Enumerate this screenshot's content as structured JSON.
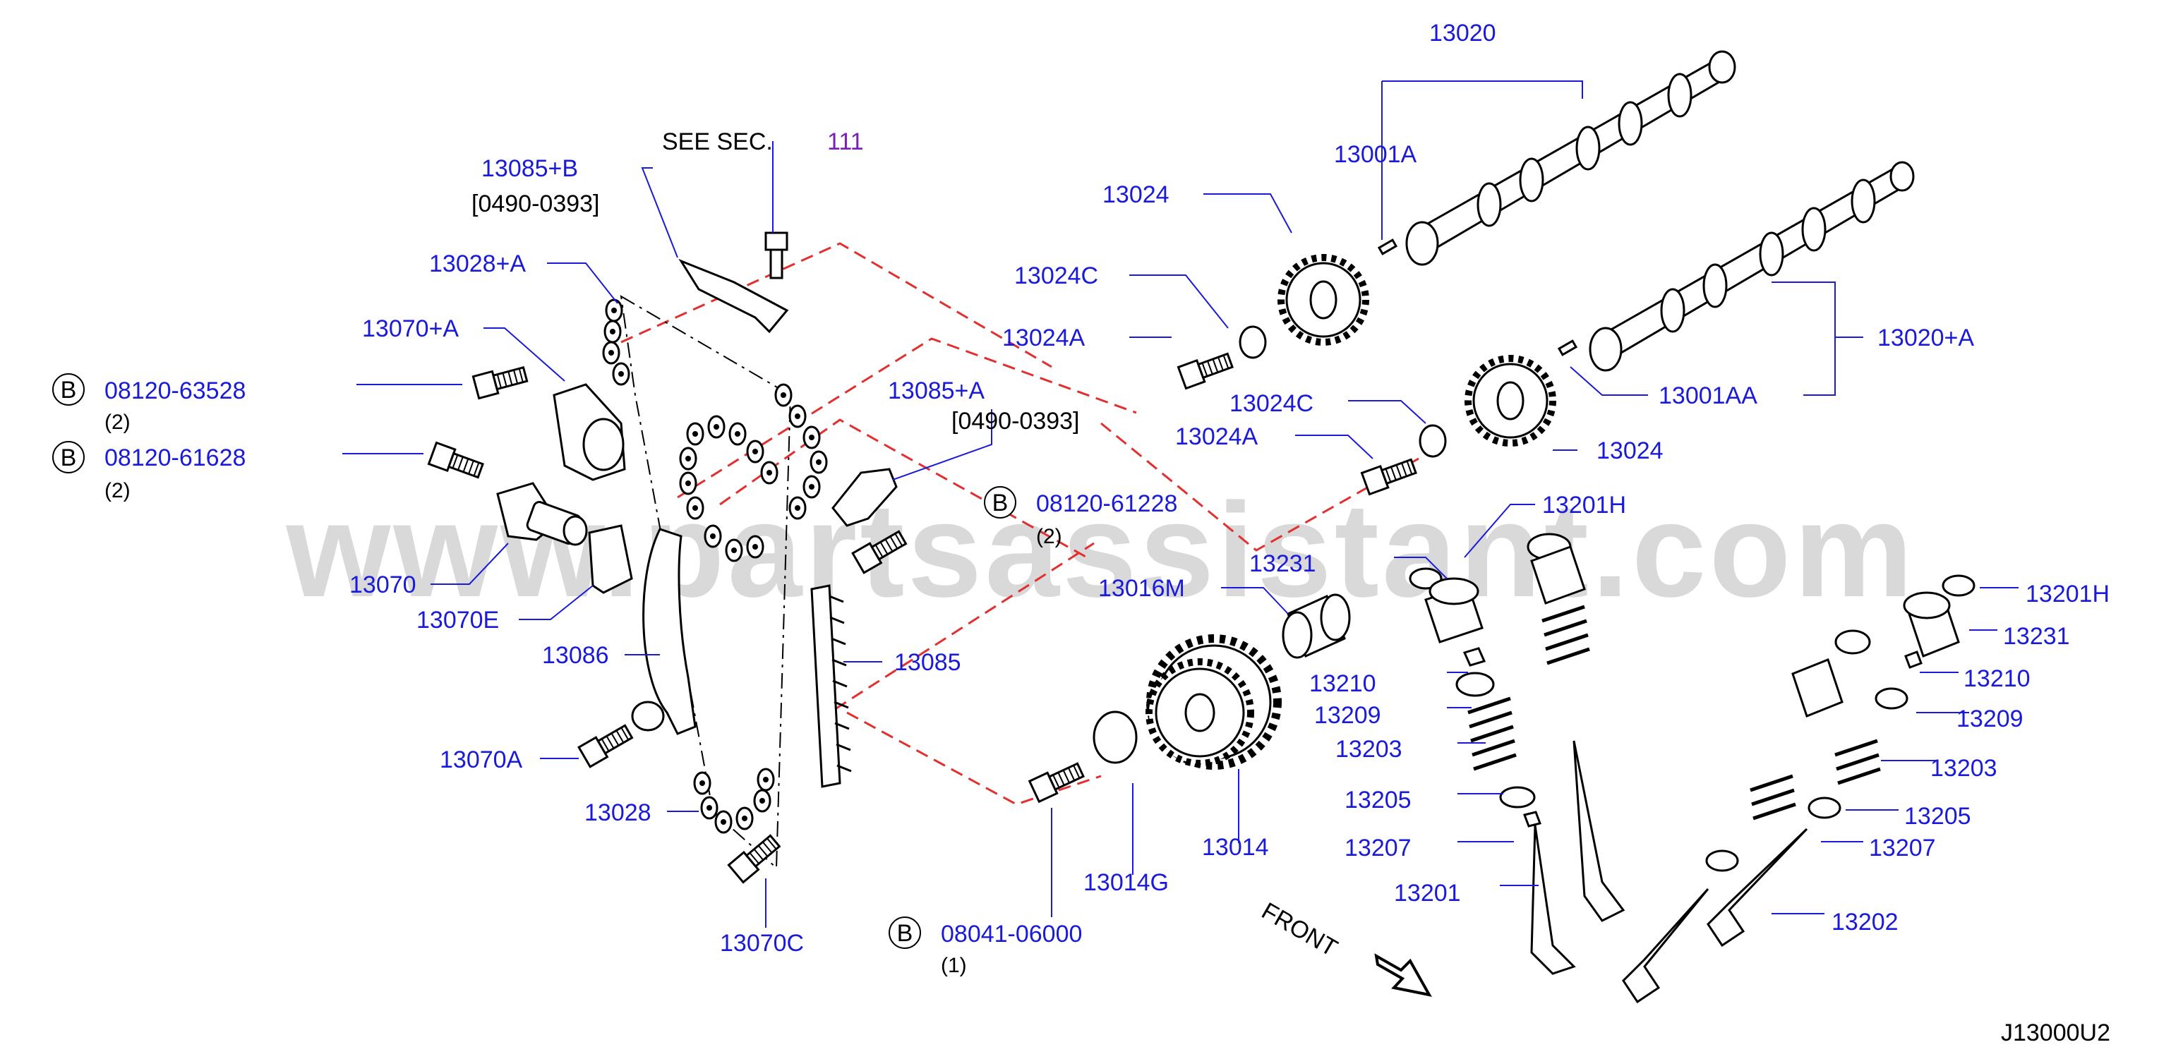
{
  "colors": {
    "label": "#1a1adb",
    "ref": "#7a1fb8",
    "text": "#000000",
    "dash": "#e23030",
    "leader": "#1a1adb",
    "watermark": "#d9d9d9"
  },
  "watermark": "www.partsassistant.com",
  "diagram_code": "J13000U2",
  "see_sec": {
    "text": "SEE   SEC.",
    "ref": "111"
  },
  "labels": {
    "p13020": "13020",
    "p13001A": "13001A",
    "p13024_top": "13024",
    "p13024C_top": "13024C",
    "p13024A_top": "13024A",
    "p13020A": "13020+A",
    "p13001AA": "13001AA",
    "p13024C_mid": "13024C",
    "p13024A_mid": "13024A",
    "p13024_mid": "13024",
    "p13085B": "13085+B",
    "r13085B": "[0490-0393]",
    "p13028A": "13028+A",
    "p13070A_top": "13070+A",
    "p13085A": "13085+A",
    "r13085A": "[0490-0393]",
    "p13070": "13070",
    "p13070E": "13070E",
    "p13086": "13086",
    "p13085": "13085",
    "p13070A": "13070A",
    "p13028": "13028",
    "p13070C": "13070C",
    "p13016M": "13016M",
    "p13014": "13014",
    "p13014G": "13014G",
    "p13231_l": "13231",
    "p13201H_l": "13201H",
    "p13210_l": "13210",
    "p13209_l": "13209",
    "p13203_l": "13203",
    "p13205_l": "13205",
    "p13207_l": "13207",
    "p13201": "13201",
    "p13201H_r": "13201H",
    "p13231_r": "13231",
    "p13210_r": "13210",
    "p13209_r": "13209",
    "p13203_r": "13203",
    "p13205_r": "13205",
    "p13207_r": "13207",
    "p13202": "13202",
    "front": "FRONT"
  },
  "bolts": {
    "b1": {
      "badge": "B",
      "part": "08120-63528",
      "qty": "(2)"
    },
    "b2": {
      "badge": "B",
      "part": "08120-61628",
      "qty": "(2)"
    },
    "b3": {
      "badge": "B",
      "part": "08120-61228",
      "qty": "(2)"
    },
    "b4": {
      "badge": "B",
      "part": "08041-06000",
      "qty": "(1)"
    }
  }
}
